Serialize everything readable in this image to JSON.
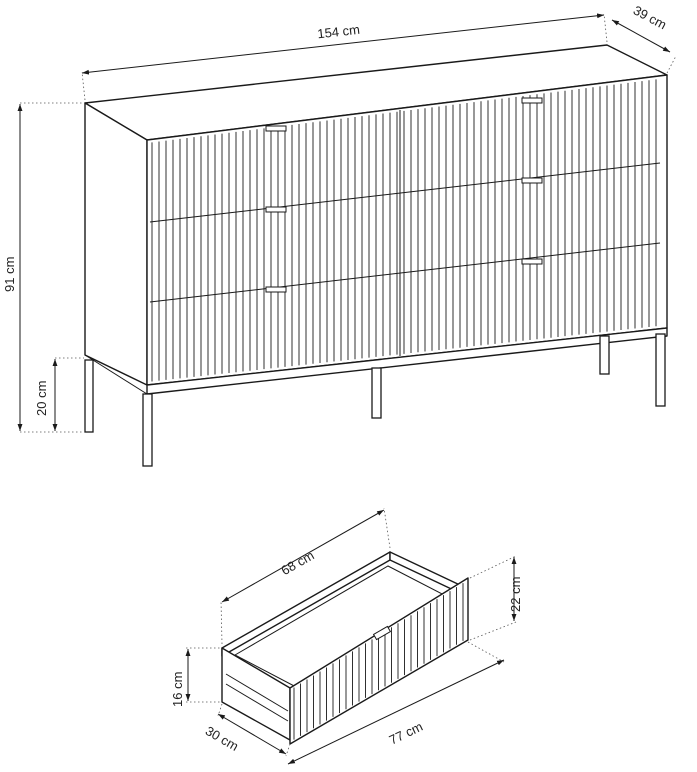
{
  "dresser": {
    "width_label": "154 cm",
    "depth_label": "39 cm",
    "height_label": "91 cm",
    "leg_height_label": "20 cm"
  },
  "drawer": {
    "inner_width_label": "68 cm",
    "height_label": "22 cm",
    "front_height_label": "16 cm",
    "depth_label": "30 cm",
    "length_label": "77 cm"
  },
  "colors": {
    "line": "#1a1a1a",
    "background": "#ffffff"
  }
}
